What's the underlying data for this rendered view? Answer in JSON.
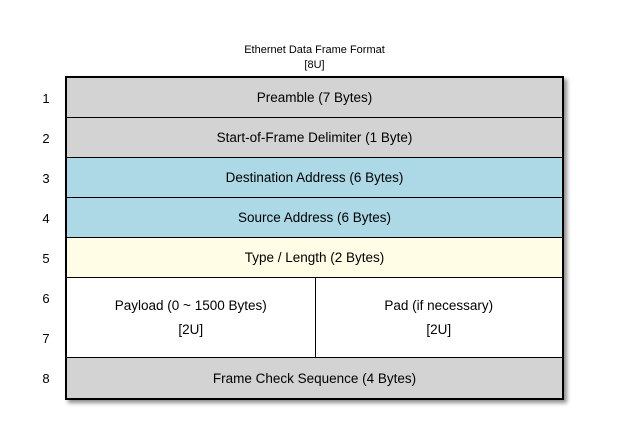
{
  "diagram": {
    "title": "Ethernet Data Frame Format",
    "subtitle": "[8U]",
    "colors": {
      "gray": "#d3d3d3",
      "blue": "#add8e6",
      "yellow": "#fffde5",
      "white": "#ffffff",
      "border": "#000000"
    },
    "row_numbers": [
      "1",
      "2",
      "3",
      "4",
      "5",
      "6",
      "7",
      "8"
    ],
    "rows": [
      {
        "label": "Preamble (7 Bytes)",
        "fill": "gray"
      },
      {
        "label": "Start-of-Frame Delimiter (1 Byte)",
        "fill": "gray"
      },
      {
        "label": "Destination Address (6 Bytes)",
        "fill": "blue"
      },
      {
        "label": "Source Address (6 Bytes)",
        "fill": "blue"
      },
      {
        "label": "Type / Length (2 Bytes)",
        "fill": "yellow"
      },
      {
        "fill": "white",
        "cells": [
          {
            "label": "Payload (0 ~ 1500 Bytes)",
            "sublabel": "[2U]"
          },
          {
            "label": "Pad (if necessary)",
            "sublabel": "[2U]"
          }
        ]
      },
      {
        "label": "Frame Check Sequence (4 Bytes)",
        "fill": "gray"
      }
    ]
  }
}
